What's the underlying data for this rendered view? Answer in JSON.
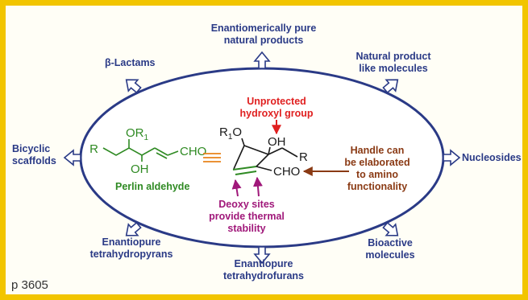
{
  "colors": {
    "border": "#f2c500",
    "label_blue": "#2a3a86",
    "red": "#e02020",
    "magenta": "#a0187a",
    "brown": "#8a3a14",
    "green": "#2f8a23"
  },
  "outer_labels": {
    "top": [
      "Enantiomerically pure",
      "natural products"
    ],
    "upper_left": "β-Lactams",
    "upper_right": [
      "Natural product",
      "like molecules"
    ],
    "left": [
      "Bicyclic",
      "scaffolds"
    ],
    "right": "Nucleosides",
    "lower_left": [
      "Enantiopure",
      "tetrahydropyrans"
    ],
    "bottom": [
      "Enantiopure",
      "tetrahydrofurans"
    ],
    "lower_right": [
      "Bioactive",
      "molecules"
    ]
  },
  "perlin": {
    "name": "Perlin aldehyde",
    "or": "OR",
    "sub1": "1",
    "r": "R",
    "oh": "OH",
    "cho": "CHO"
  },
  "product": {
    "r1": "R",
    "sub1": "1",
    "o": "O",
    "oh": "OH",
    "r": "R",
    "cho": "CHO"
  },
  "annotations": {
    "hydroxyl": [
      "Unprotected",
      "hydroxyl group"
    ],
    "handle": [
      "Handle can",
      "be elaborated",
      "to amino",
      "functionality"
    ],
    "deoxy": [
      "Deoxy sites",
      "provide thermal",
      "stability"
    ]
  },
  "page_ref": "p 3605"
}
